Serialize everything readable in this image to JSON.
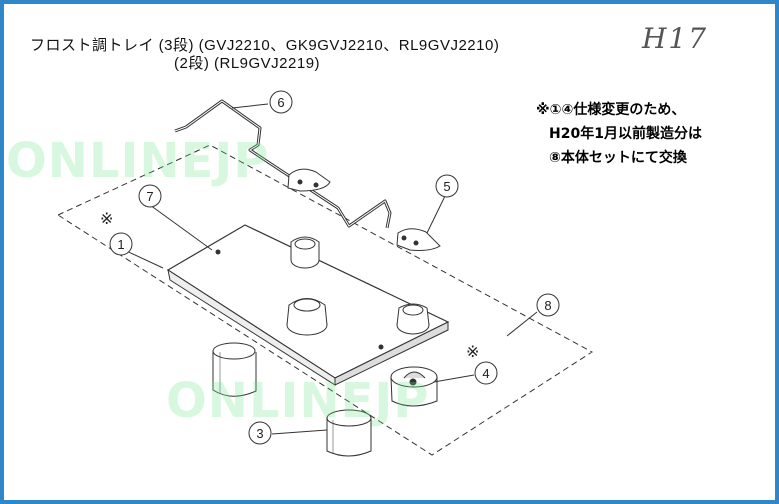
{
  "title": {
    "line1": "フロスト調トレイ (3段) (GVJ2210、GK9GVJ2210、RL9GVJ2210)",
    "line2": "(2段) (RL9GVJ2219)"
  },
  "handwritten_code": "H17",
  "note": {
    "line1": "※①④仕様変更のため、",
    "line2": "H20年1月以前製造分は",
    "line3": "⑧本体セットにて交換"
  },
  "watermark": [
    "ONLINEJP",
    "ONLINEJP"
  ],
  "marks": {
    "asterisk": "※"
  },
  "parts": [
    "1",
    "3",
    "4",
    "5",
    "6",
    "7",
    "8"
  ],
  "colors": {
    "border": "#2f86c8",
    "watermark": "#6ee68c"
  }
}
